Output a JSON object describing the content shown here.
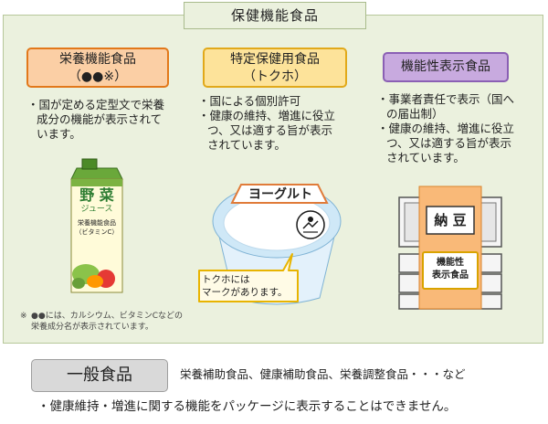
{
  "panel": {
    "title": "保健機能食品"
  },
  "categories": [
    {
      "title_line1": "栄養機能食品",
      "title_line2": "（●●※）",
      "description": [
        "・国が定める定型文で栄養成分の機能が表示されています。"
      ]
    },
    {
      "title_line1": "特定保健用食品",
      "title_line2": "（トクホ）",
      "description": [
        "・国による個別許可",
        "・健康の維持、増進に役立つ、又は適する旨が表示されています。"
      ]
    },
    {
      "title_line1": "機能性表示食品",
      "description": [
        "・事業者責任で表示（国への届出制）",
        "・健康の維持、増進に役立つ、又は適する旨が表示されています。"
      ]
    }
  ],
  "illustrations": {
    "juice": {
      "label_big": "野 菜",
      "label_sub": "ジュース",
      "label_small_1": "栄養機能食品",
      "label_small_2": "（ビタミンC）"
    },
    "yogurt": {
      "label": "ヨーグルト",
      "callout_line1": "トクホには",
      "callout_line2": "マークがあります。"
    },
    "natto": {
      "label": "納 豆",
      "tag_line1": "機能性",
      "tag_line2": "表示食品"
    }
  },
  "footnote": {
    "mark": "※",
    "text": "●●には、カルシウム、ビタミンCなどの栄養成分名が表示されています。"
  },
  "general": {
    "title": "一般食品",
    "examples": "栄養補助食品、健康補助食品、栄養調整食品・・・など",
    "description": "・健康維持・増進に関する機能をパッケージに表示することはできません。"
  },
  "colors": {
    "panel_bg": "#ebf1de",
    "orange": "#fbcfa5",
    "yellow": "#fde39a",
    "purple": "#c8aadf",
    "gray": "#d9d9d9"
  }
}
